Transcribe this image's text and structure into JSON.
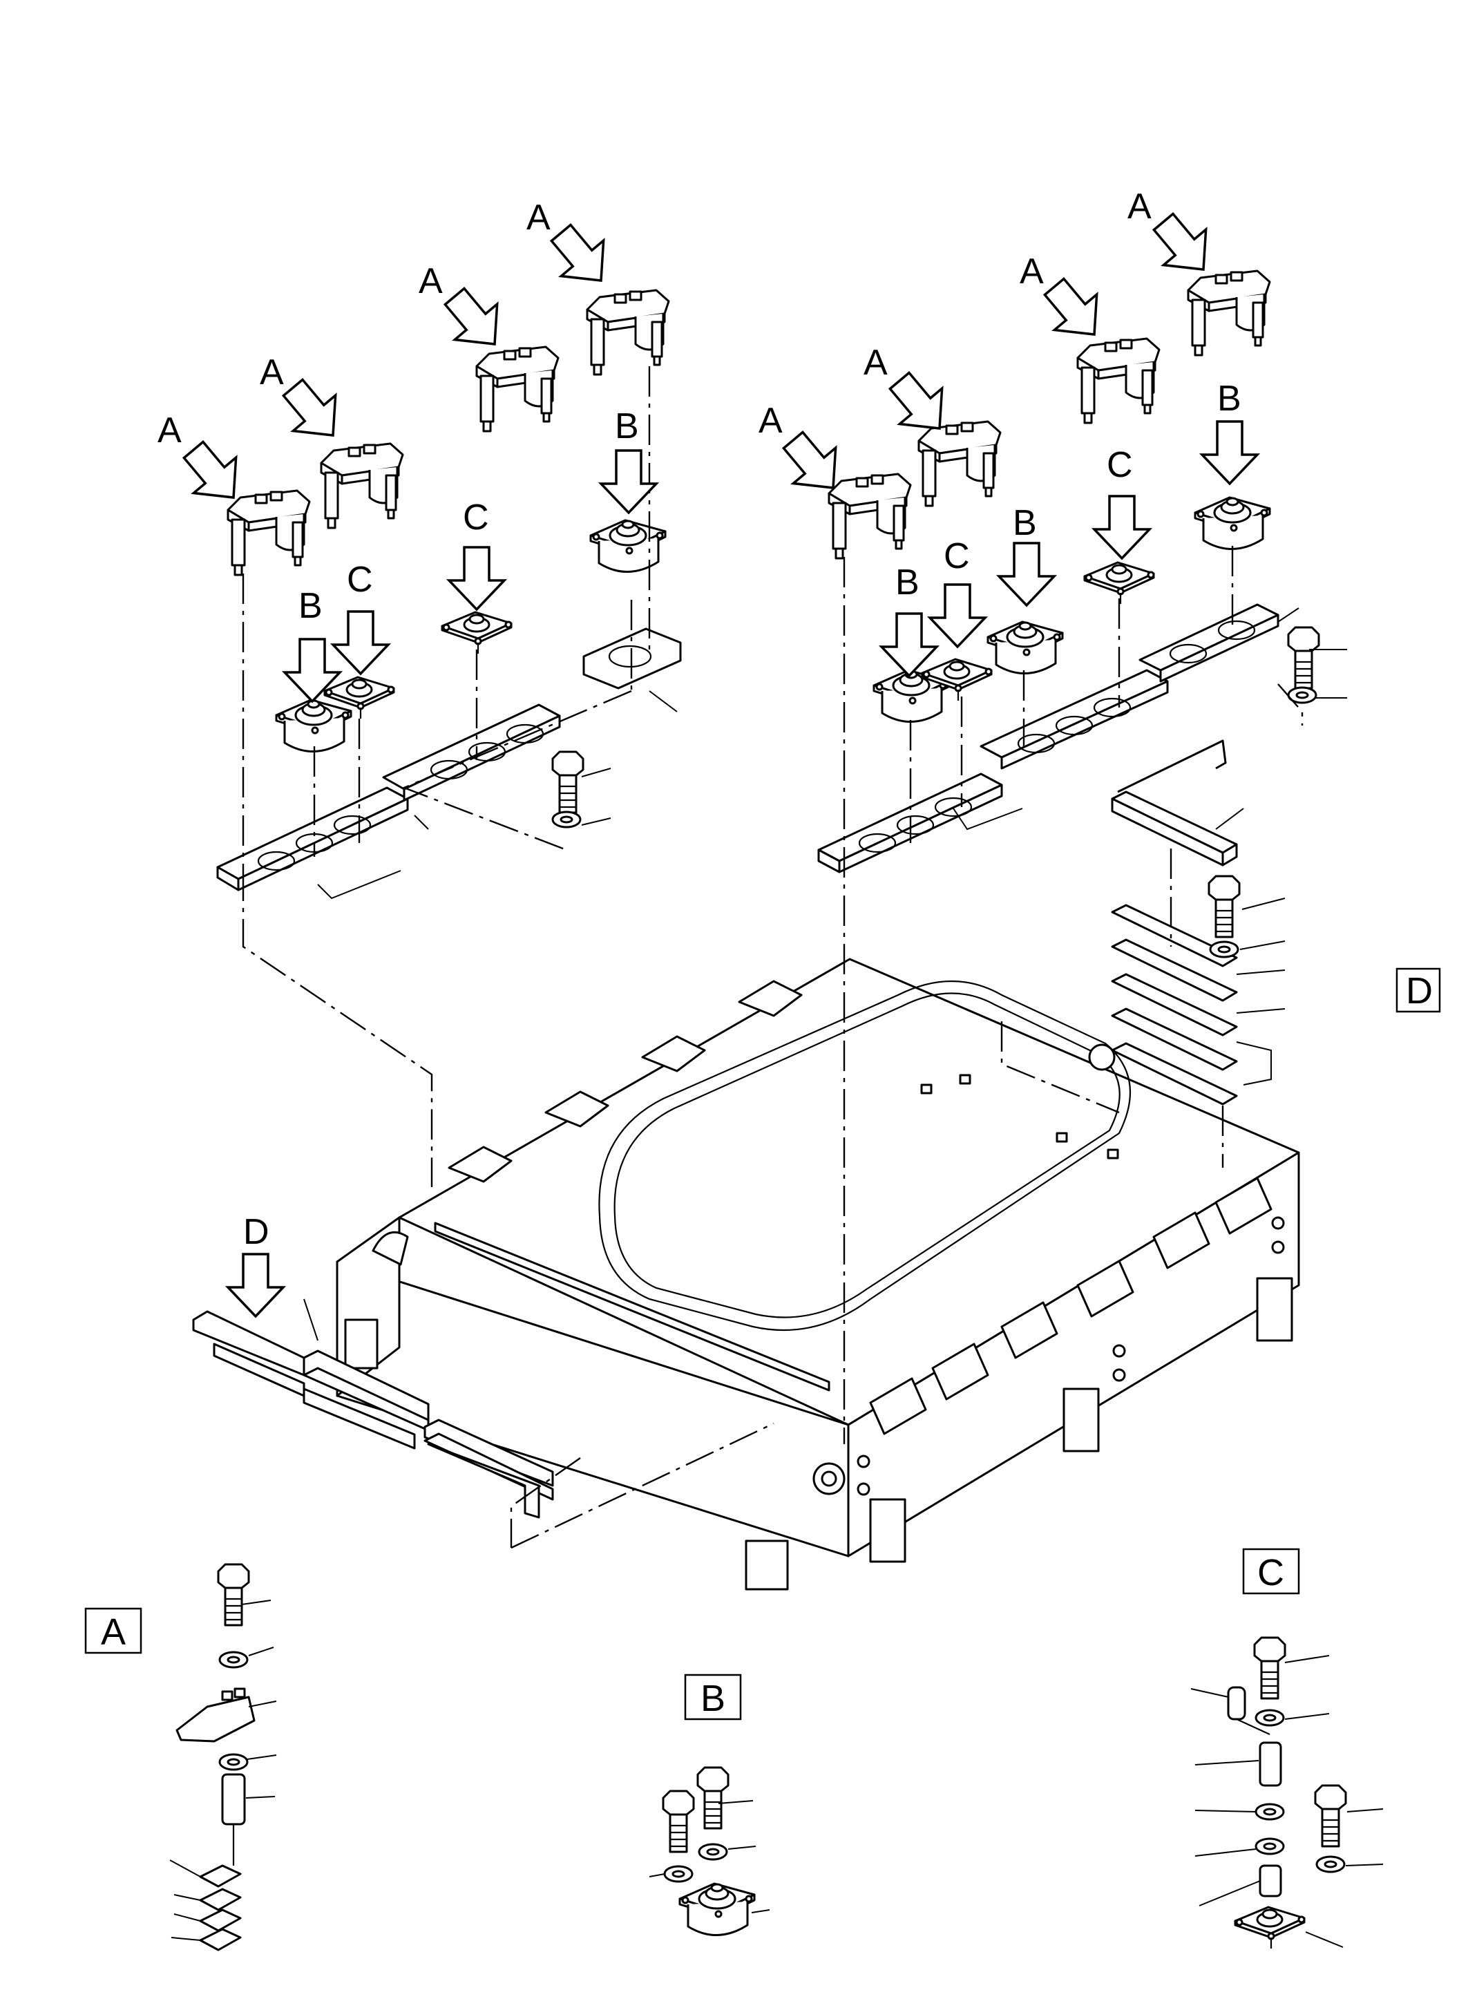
{
  "callouts": {
    "a": "A",
    "b": "B",
    "c": "C",
    "d": "D"
  },
  "detail_views": {
    "a": "A",
    "b": "B",
    "c": "C",
    "d": "D"
  },
  "colors": {
    "line": "#000000",
    "background": "#ffffff"
  }
}
